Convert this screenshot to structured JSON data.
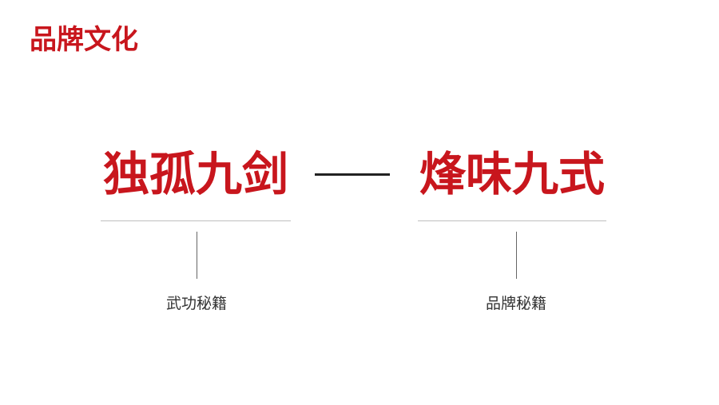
{
  "header": {
    "title": "品牌文化"
  },
  "main": {
    "left": {
      "title": "独孤九剑",
      "caption": "武功秘籍"
    },
    "right": {
      "title": "烽味九式",
      "caption": "品牌秘籍"
    }
  },
  "colors": {
    "accent": "#c8161d",
    "text": "#333333",
    "dash": "#222222",
    "rule": "#bfbfbf",
    "tick": "#666666"
  }
}
